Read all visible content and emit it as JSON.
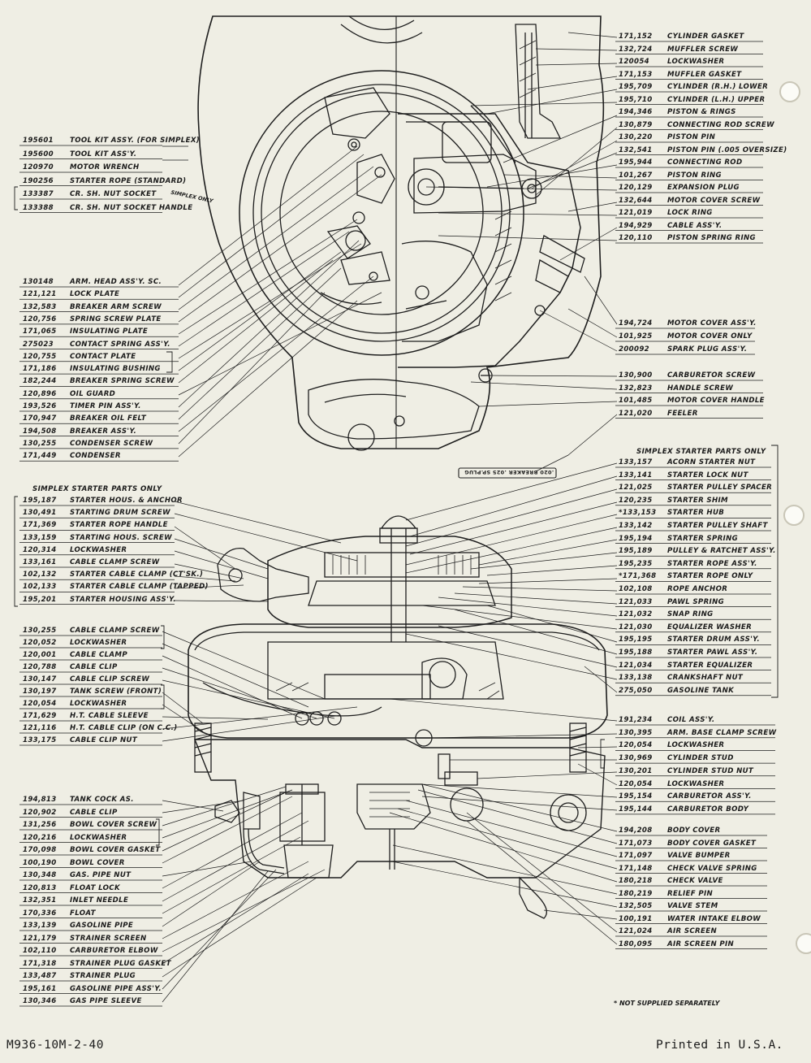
{
  "sheet": {
    "footer_left": "M936-10M-2-40",
    "footer_right": "Printed in U.S.A.",
    "note": "* Not Supplied Separately",
    "feeler_text": ".020 BREAKER .025 SP.PLUG",
    "simplex_only_side": "Simplex Only"
  },
  "left_top": [
    {
      "part": "195601",
      "name": "Tool Kit Assy. (For Simplex)"
    },
    {
      "part": "195600",
      "name": "Tool Kit Ass'y."
    },
    {
      "part": "120970",
      "name": "Motor Wrench"
    },
    {
      "part": "190256",
      "name": "Starter Rope (Standard)"
    },
    {
      "part": "133387",
      "name": "Cr. Sh. Nut Socket"
    },
    {
      "part": "133388",
      "name": "Cr. Sh. Nut Socket Handle"
    }
  ],
  "left_breaker": [
    {
      "part": "130148",
      "name": "Arm. Head Ass'y. Sc."
    },
    {
      "part": "121,121",
      "name": "Lock Plate"
    },
    {
      "part": "132,583",
      "name": "Breaker Arm Screw"
    },
    {
      "part": "120,756",
      "name": "Spring Screw Plate"
    },
    {
      "part": "171,065",
      "name": "Insulating Plate"
    },
    {
      "part": "275023",
      "name": "Contact Spring Ass'y."
    },
    {
      "part": "120,755",
      "name": "Contact Plate"
    },
    {
      "part": "171,186",
      "name": "Insulating Bushing"
    },
    {
      "part": "182,244",
      "name": "Breaker Spring Screw"
    },
    {
      "part": "120,896",
      "name": "Oil Guard"
    },
    {
      "part": "193,526",
      "name": "Timer Pin Ass'y."
    },
    {
      "part": "170,947",
      "name": "Breaker Oil Felt"
    },
    {
      "part": "194,508",
      "name": "Breaker Ass'y."
    },
    {
      "part": "130,255",
      "name": "Condenser Screw"
    },
    {
      "part": "171,449",
      "name": "Condenser"
    }
  ],
  "right_top": [
    {
      "part": "171,152",
      "name": "Cylinder Gasket"
    },
    {
      "part": "132,724",
      "name": "Muffler Screw"
    },
    {
      "part": "120054",
      "name": "Lockwasher"
    },
    {
      "part": "171,153",
      "name": "Muffler Gasket"
    },
    {
      "part": "195,709",
      "name": "Cylinder (R.H.) Lower"
    },
    {
      "part": "195,710",
      "name": "Cylinder (L.H.) Upper"
    },
    {
      "part": "194,346",
      "name": "Piston & Rings"
    },
    {
      "part": "130,879",
      "name": "Connecting Rod Screw"
    },
    {
      "part": "130,220",
      "name": "Piston Pin"
    },
    {
      "part": "132,541",
      "name": "Piston Pin (.005 Oversize)"
    },
    {
      "part": "195,944",
      "name": "Connecting Rod"
    },
    {
      "part": "101,267",
      "name": "Piston Ring"
    },
    {
      "part": "120,129",
      "name": "Expansion Plug"
    },
    {
      "part": "132,644",
      "name": "Motor Cover Screw"
    },
    {
      "part": "121,019",
      "name": "Lock Ring"
    },
    {
      "part": "194,929",
      "name": "Cable Ass'y."
    },
    {
      "part": "120,110",
      "name": "Piston Spring Ring"
    }
  ],
  "right_cover": [
    {
      "part": "194,724",
      "name": "Motor Cover Ass'y."
    },
    {
      "part": "101,925",
      "name": "Motor Cover Only"
    },
    {
      "part": "200092",
      "name": "Spark Plug Ass'y."
    }
  ],
  "right_carb": [
    {
      "part": "130,900",
      "name": "Carburetor Screw"
    },
    {
      "part": "132,823",
      "name": "Handle Screw"
    },
    {
      "part": "101,485",
      "name": "Motor Cover Handle"
    },
    {
      "part": "121,020",
      "name": "Feeler"
    }
  ],
  "simplex_right_header": "Simplex Starter Parts Only",
  "simplex_right": [
    {
      "part": "133,157",
      "name": "Acorn Starter Nut"
    },
    {
      "part": "133,141",
      "name": "Starter Lock Nut"
    },
    {
      "part": "121,025",
      "name": "Starter Pulley Spacer"
    },
    {
      "part": "120,235",
      "name": "Starter Shim"
    },
    {
      "part": "*133,153",
      "name": "Starter Hub"
    },
    {
      "part": "133,142",
      "name": "Starter Pulley Shaft"
    },
    {
      "part": "195,194",
      "name": "Starter Spring"
    },
    {
      "part": "195,189",
      "name": "Pulley & Ratchet Ass'y."
    },
    {
      "part": "195,235",
      "name": "Starter Rope Ass'y."
    },
    {
      "part": "*171,368",
      "name": "Starter Rope Only"
    },
    {
      "part": "102,108",
      "name": "Rope Anchor"
    },
    {
      "part": "121,033",
      "name": "Pawl Spring"
    },
    {
      "part": "121,032",
      "name": "Snap Ring"
    },
    {
      "part": "121,030",
      "name": "Equalizer Washer"
    },
    {
      "part": "195,195",
      "name": "Starter Drum Ass'y."
    },
    {
      "part": "195,188",
      "name": "Starter Pawl Ass'y."
    },
    {
      "part": "121,034",
      "name": "Starter Equalizer"
    },
    {
      "part": "133,138",
      "name": "Crankshaft Nut"
    },
    {
      "part": "275,050",
      "name": "Gasoline Tank"
    }
  ],
  "simplex_left_header": "Simplex Starter Parts Only",
  "simplex_left": [
    {
      "part": "195,187",
      "name": "Starter Hous. & Anchor"
    },
    {
      "part": "130,491",
      "name": "Starting Drum Screw"
    },
    {
      "part": "171,369",
      "name": "Starter Rope Handle"
    },
    {
      "part": "133,159",
      "name": "Starting Hous. Screw"
    },
    {
      "part": "120,314",
      "name": "Lockwasher"
    },
    {
      "part": "133,161",
      "name": "Cable Clamp Screw"
    },
    {
      "part": "102,132",
      "name": "Starter Cable Clamp (Ct'sk.)"
    },
    {
      "part": "102,133",
      "name": "Starter Cable Clamp (Tapped)"
    },
    {
      "part": "195,201",
      "name": "Starter Housing Ass'y."
    }
  ],
  "left_mid": [
    {
      "part": "130,255",
      "name": "Cable Clamp Screw"
    },
    {
      "part": "120,052",
      "name": "Lockwasher"
    },
    {
      "part": "120,001",
      "name": "Cable Clamp"
    },
    {
      "part": "120,788",
      "name": "Cable Clip"
    },
    {
      "part": "130,147",
      "name": "Cable Clip Screw"
    },
    {
      "part": "130,197",
      "name": "Tank Screw (Front)"
    },
    {
      "part": "120,054",
      "name": "Lockwasher"
    },
    {
      "part": "171,629",
      "name": "H.T. Cable Sleeve"
    },
    {
      "part": "121,116",
      "name": "H.T. Cable Clip (On C.C.)"
    },
    {
      "part": "133,175",
      "name": "Cable Clip Nut"
    }
  ],
  "right_mid": [
    {
      "part": "191,234",
      "name": "Coil Ass'y."
    },
    {
      "part": "130,395",
      "name": "Arm. Base Clamp Screw"
    },
    {
      "part": "120,054",
      "name": "Lockwasher"
    },
    {
      "part": "130,969",
      "name": "Cylinder Stud"
    },
    {
      "part": "130,201",
      "name": "Cylinder Stud Nut"
    },
    {
      "part": "120,054",
      "name": "Lockwasher"
    },
    {
      "part": "195,154",
      "name": "Carburetor Ass'y."
    },
    {
      "part": "195,144",
      "name": "Carburetor Body"
    }
  ],
  "left_bottom": [
    {
      "part": "194,813",
      "name": "Tank Cock As."
    },
    {
      "part": "120,902",
      "name": "Cable Clip"
    },
    {
      "part": "131,256",
      "name": "Bowl Cover Screw"
    },
    {
      "part": "120,216",
      "name": "Lockwasher"
    },
    {
      "part": "170,098",
      "name": "Bowl Cover Gasket"
    },
    {
      "part": "100,190",
      "name": "Bowl Cover"
    },
    {
      "part": "130,348",
      "name": "Gas. Pipe Nut"
    },
    {
      "part": "120,813",
      "name": "Float Lock"
    },
    {
      "part": "132,351",
      "name": "Inlet Needle"
    },
    {
      "part": "170,336",
      "name": "Float"
    },
    {
      "part": "133,139",
      "name": "Gasoline Pipe"
    },
    {
      "part": "121,179",
      "name": "Strainer Screen"
    },
    {
      "part": "102,110",
      "name": "Carburetor Elbow"
    },
    {
      "part": "171,318",
      "name": "Strainer Plug Gasket"
    },
    {
      "part": "133,487",
      "name": "Strainer Plug"
    },
    {
      "part": "195,161",
      "name": "Gasoline Pipe Ass'y."
    },
    {
      "part": "130,346",
      "name": "Gas Pipe Sleeve"
    }
  ],
  "right_bottom": [
    {
      "part": "194,208",
      "name": "Body Cover"
    },
    {
      "part": "171,073",
      "name": "Body Cover Gasket"
    },
    {
      "part": "171,097",
      "name": "Valve Bumper"
    },
    {
      "part": "171,148",
      "name": "Check Valve Spring"
    },
    {
      "part": "180,218",
      "name": "Check Valve"
    },
    {
      "part": "180,219",
      "name": "Relief Pin"
    },
    {
      "part": "132,505",
      "name": "Valve Stem"
    },
    {
      "part": "100,191",
      "name": "Water Intake Elbow"
    },
    {
      "part": "121,024",
      "name": "Air Screen"
    },
    {
      "part": "180,095",
      "name": "Air Screen Pin"
    }
  ]
}
